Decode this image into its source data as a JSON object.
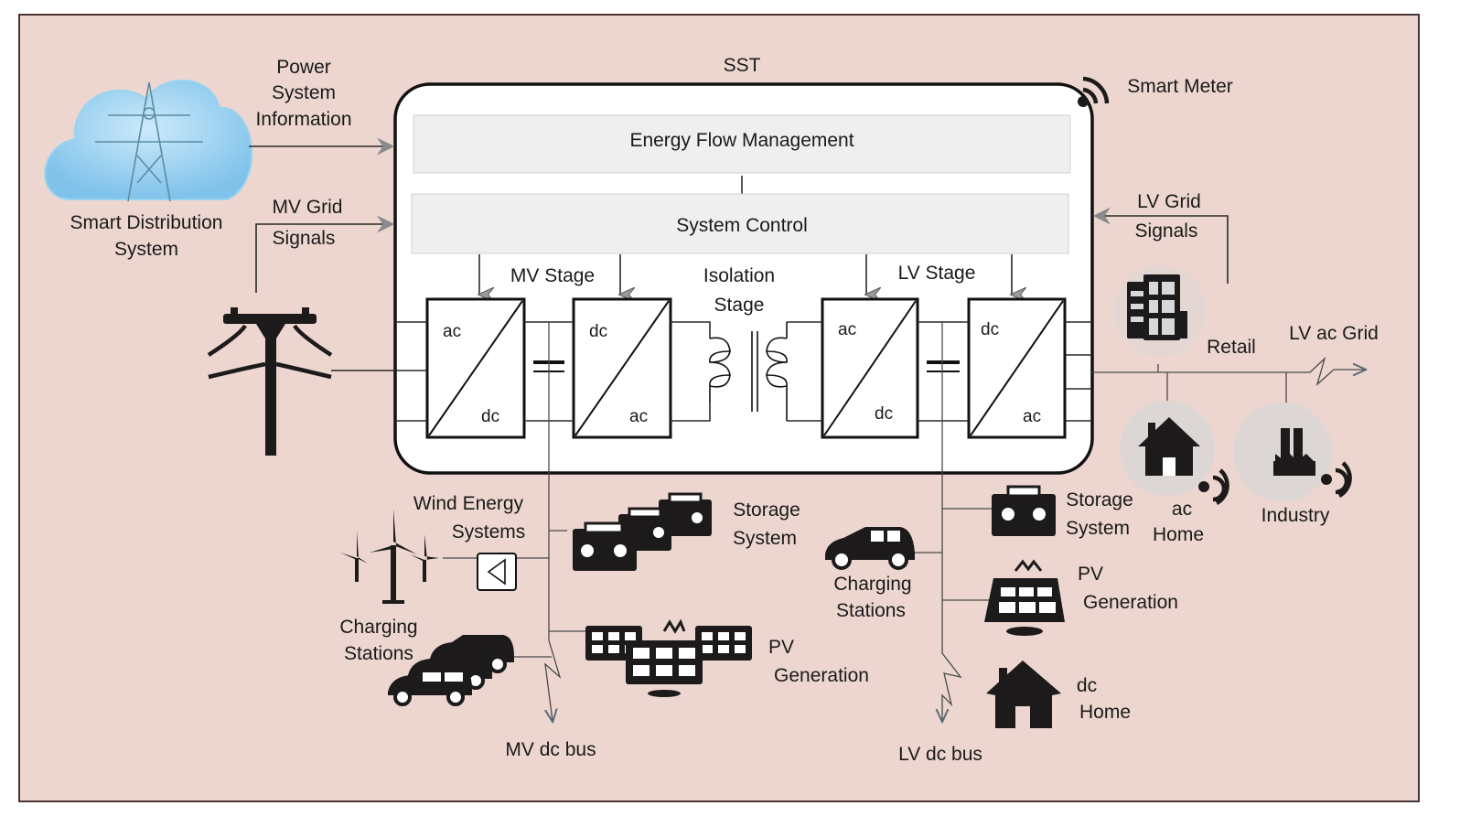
{
  "title": "SST",
  "sst": {
    "energy_flow_label": "Energy Flow Management",
    "system_control_label": "System Control",
    "mv_stage_label": "MV Stage",
    "isolation_stage_line1": "Isolation",
    "isolation_stage_line2": "Stage",
    "lv_stage_label": "LV Stage",
    "converters": [
      {
        "top": "ac",
        "bottom": "dc"
      },
      {
        "top": "dc",
        "bottom": "ac"
      },
      {
        "top": "ac",
        "bottom": "dc"
      },
      {
        "top": "dc",
        "bottom": "ac"
      }
    ]
  },
  "left": {
    "cloud_label_line1": "Smart Distribution",
    "cloud_label_line2": "System",
    "power_info_line1": "Power",
    "power_info_line2": "System",
    "power_info_line3": "Information",
    "mv_signals_line1": "MV Grid",
    "mv_signals_line2": "Signals"
  },
  "right": {
    "smart_meter_label": "Smart Meter",
    "lv_signals_line1": "LV Grid",
    "lv_signals_line2": "Signals",
    "retail_label": "Retail",
    "lv_ac_grid_label": "LV ac Grid",
    "ac_home_line1": "ac",
    "ac_home_line2": "Home",
    "industry_label": "Industry"
  },
  "mv_bus": {
    "wind_line1": "Wind Energy",
    "wind_line2": "Systems",
    "storage_line1": "Storage",
    "storage_line2": "System",
    "charging_line1": "Charging",
    "charging_line2": "Stations",
    "pv_line1": "PV",
    "pv_line2": "Generation",
    "bus_label": "MV dc bus"
  },
  "lv_bus": {
    "charging_line1": "Charging",
    "charging_line2": "Stations",
    "storage_line1": "Storage",
    "storage_line2": "System",
    "pv_line1": "PV",
    "pv_line2": "Generation",
    "home_line1": "dc",
    "home_line2": "Home",
    "bus_label": "LV dc bus"
  },
  "colors": {
    "background": "#ecd6cf",
    "panel": "#efefef",
    "cloud": "#8ccbef",
    "icon_circle": "#d9d4d3",
    "ink": "#1c1a1a"
  }
}
